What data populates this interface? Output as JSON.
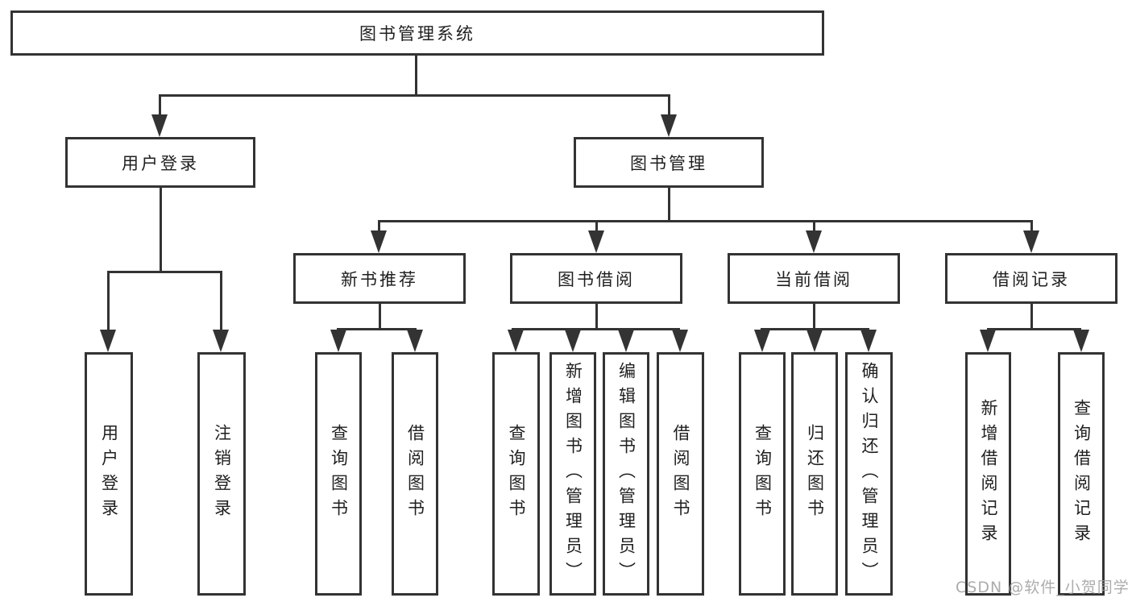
{
  "tree": {
    "label": "图书管理系统",
    "children": [
      {
        "label": "用户登录",
        "children": [
          {
            "label": "用户登录"
          },
          {
            "label": "注销登录"
          }
        ]
      },
      {
        "label": "图书管理",
        "children": [
          {
            "label": "新书推荐",
            "children": [
              {
                "label": "查询图书"
              },
              {
                "label": "借阅图书"
              }
            ]
          },
          {
            "label": "图书借阅",
            "children": [
              {
                "label": "查询图书"
              },
              {
                "label": "新增图书（管理员）"
              },
              {
                "label": "编辑图书（管理员）"
              },
              {
                "label": "借阅图书"
              }
            ]
          },
          {
            "label": "当前借阅",
            "children": [
              {
                "label": "查询图书"
              },
              {
                "label": "归还图书"
              },
              {
                "label": "确认归还（管理员）"
              }
            ]
          },
          {
            "label": "借阅记录",
            "children": [
              {
                "label": "新增借阅记录"
              },
              {
                "label": "查询借阅记录"
              }
            ]
          }
        ]
      }
    ]
  },
  "watermark": "CSDN @软件_小贺同学",
  "colors": {
    "line": "#333333",
    "text": "#1f1f1f",
    "background": "#ffffff",
    "watermark": "#9e9e9e"
  }
}
